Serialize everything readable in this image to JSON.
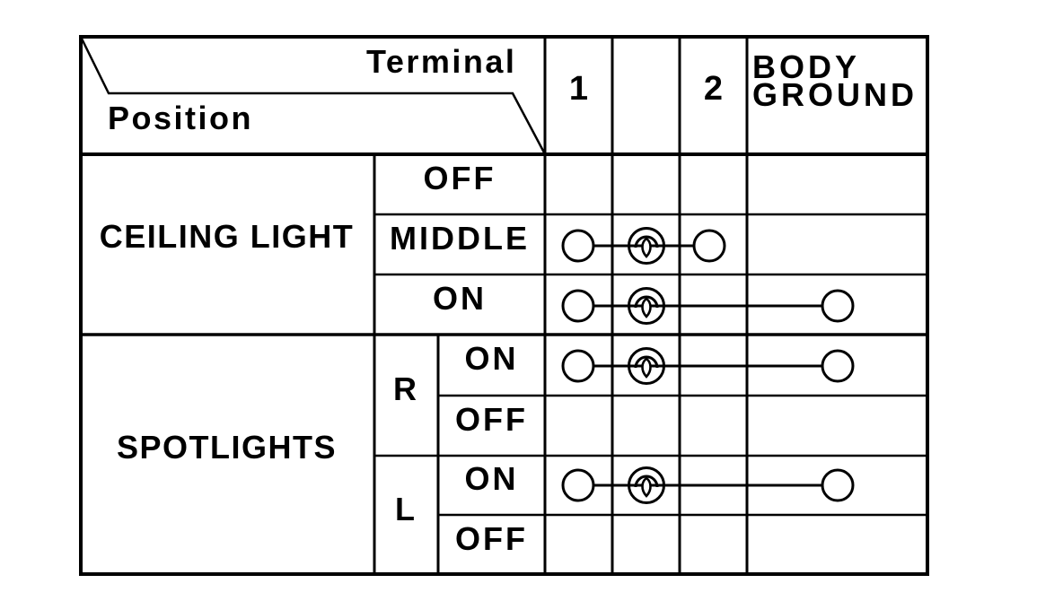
{
  "colors": {
    "ink": "#000000",
    "paper": "#ffffff"
  },
  "table": {
    "corner": {
      "terminal_label": "Terminal",
      "position_label": "Position"
    },
    "columns": [
      {
        "id": "t1",
        "label": "1"
      },
      {
        "id": "lamp",
        "label": ""
      },
      {
        "id": "t2",
        "label": "2"
      },
      {
        "id": "ground",
        "label": "BODY GROUND"
      }
    ],
    "sections": [
      {
        "label": "CEILING LIGHT",
        "rows": [
          {
            "id": "ceiling-off",
            "position": "OFF",
            "connected": []
          },
          {
            "id": "ceiling-middle",
            "position": "MIDDLE",
            "connected": [
              "t1",
              "lamp",
              "t2"
            ]
          },
          {
            "id": "ceiling-on",
            "position": "ON",
            "connected": [
              "t1",
              "lamp",
              "ground"
            ]
          }
        ]
      },
      {
        "label": "SPOTLIGHTS",
        "groups": [
          {
            "label": "R",
            "rows": [
              {
                "id": "spot-r-on",
                "position": "ON",
                "connected": [
                  "t1",
                  "lamp",
                  "ground"
                ]
              },
              {
                "id": "spot-r-off",
                "position": "OFF",
                "connected": []
              }
            ]
          },
          {
            "label": "L",
            "rows": [
              {
                "id": "spot-l-on",
                "position": "ON",
                "connected": [
                  "t1",
                  "lamp",
                  "ground"
                ]
              },
              {
                "id": "spot-l-off",
                "position": "OFF",
                "connected": []
              }
            ]
          }
        ]
      }
    ]
  }
}
